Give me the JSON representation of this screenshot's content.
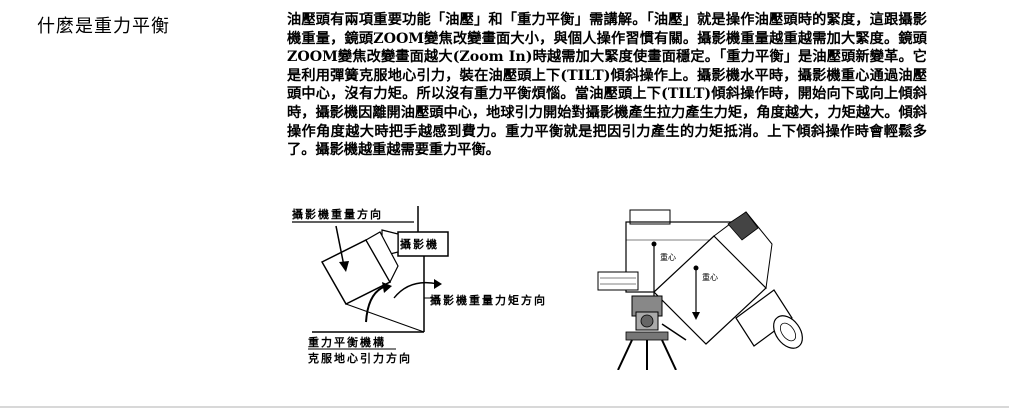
{
  "title": "什麼是重力平衡",
  "paragraph": "油壓頭有兩項重要功能「油壓」和「重力平衡」需講解。「油壓」就是操作油壓頭時的緊度，這跟攝影機重量，鏡頭ZOOM變焦改變畫面大小，與個人操作習慣有關。攝影機重量越重越需加大緊度。鏡頭ZOOM變焦改變畫面越大(Zoom In)時越需加大緊度使畫面穩定。「重力平衡」是油壓頭新變革。它是利用彈簧克服地心引力，裝在油壓頭上下(TILT)傾斜操作上。攝影機水平時，攝影機重心通過油壓頭中心，沒有力矩。所以沒有重力平衡煩惱。當油壓頭上下(TILT)傾斜操作時，開始向下或向上傾斜時，攝影機因離開油壓頭中心，地球引力開始對攝影機產生拉力產生力矩，角度越大，力矩越大。傾斜操作角度越大時把手越感到費力。重力平衡就是把因引力產生的力矩抵消。上下傾斜操作時會輕鬆多了。攝影機越重越需要重力平衡。",
  "diagram": {
    "label_weight_direction": "攝影機重量方向",
    "label_camera": "攝影機",
    "label_moment_direction": "攝影機重量力矩方向",
    "label_mechanism": "重力平衡機構",
    "label_counter": "克服地心引力方向"
  },
  "photo": {
    "label_cg1": "重心",
    "label_cg2": "重心"
  }
}
